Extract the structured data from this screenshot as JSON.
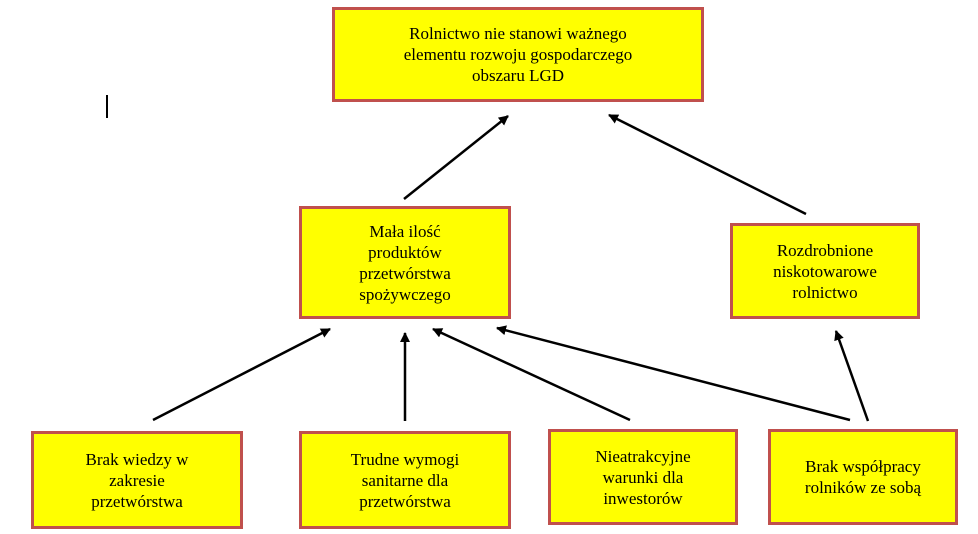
{
  "diagram": {
    "nodes": {
      "top": [
        "Rolnictwo nie stanowi ważnego",
        "elementu rozwoju gospodarczego",
        "obszaru LGD"
      ],
      "mid_left": [
        "Mała ilość",
        "produktów",
        "przetwórstwa",
        "spożywczego"
      ],
      "mid_right": [
        "Rozdrobnione",
        "niskotowarowe",
        "rolnictwo"
      ],
      "bottom_1": [
        "Brak wiedzy w",
        "zakresie",
        "przetwórstwa"
      ],
      "bottom_2": [
        "Trudne wymogi",
        "sanitarne dla",
        "przetwórstwa"
      ],
      "bottom_3": [
        "Nieatrakcyjne",
        "warunki dla",
        "inwestorów"
      ],
      "bottom_4": [
        "Brak współpracy",
        "rolników ze sobą"
      ]
    },
    "edges": [
      {
        "from": "mid_left",
        "to": "top"
      },
      {
        "from": "mid_right",
        "to": "top"
      },
      {
        "from": "bottom_1",
        "to": "mid_left"
      },
      {
        "from": "bottom_2",
        "to": "mid_left"
      },
      {
        "from": "bottom_3",
        "to": "mid_left"
      },
      {
        "from": "bottom_4",
        "to": "mid_left"
      },
      {
        "from": "bottom_4",
        "to": "mid_right"
      }
    ],
    "colors": {
      "box_fill": "#ffff00",
      "box_border": "#c0504d",
      "arrow": "#000000"
    }
  }
}
